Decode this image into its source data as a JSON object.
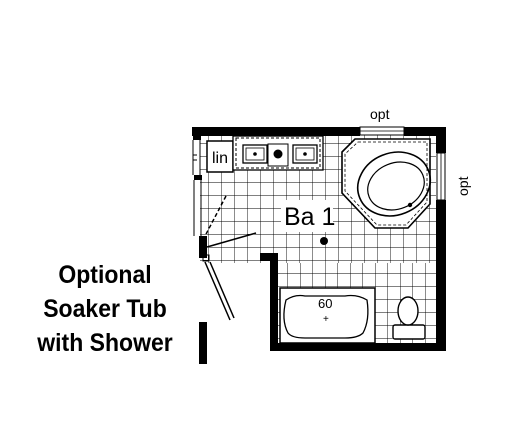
{
  "caption": {
    "lines": [
      "Optional",
      "Soaker Tub",
      "with Shower"
    ]
  },
  "plan": {
    "room_label": "Ba 1",
    "linen_label": "lin",
    "tub_size_label": "60",
    "opt_top_label": "opt",
    "opt_right_label": "opt"
  },
  "colors": {
    "wall": "#000000",
    "background": "#ffffff",
    "tile_line": "#000000"
  },
  "icons": [
    "corner-soaker-tub-icon",
    "double-vanity-icon",
    "toilet-icon",
    "bathtub-icon",
    "floor-drain-icon",
    "door-swing-icon",
    "shower-door-icon"
  ]
}
